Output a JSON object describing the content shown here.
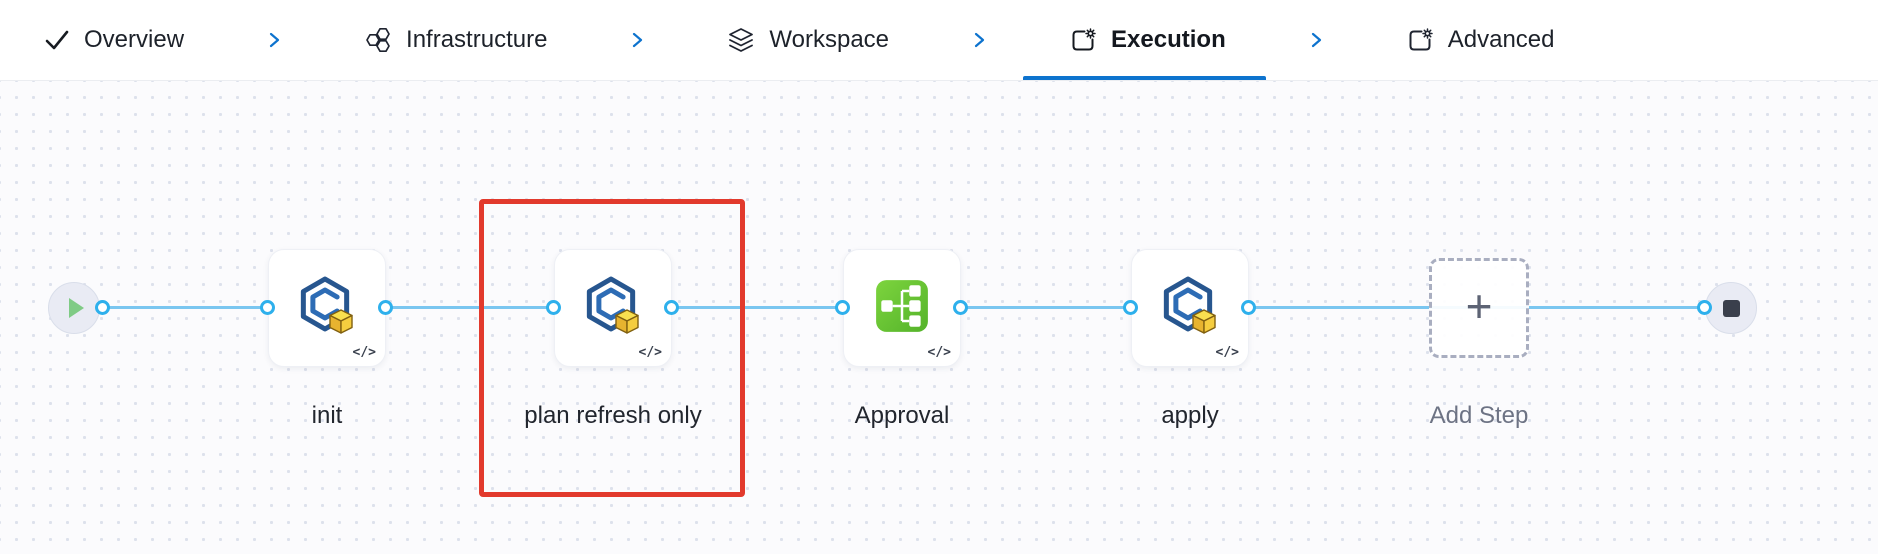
{
  "tab_bar": {
    "separator_icon": "chevron-right-icon",
    "tabs": [
      {
        "label": "Overview",
        "icon": "check-icon",
        "active": false
      },
      {
        "label": "Infrastructure",
        "icon": "hexagon-cluster-icon",
        "active": false
      },
      {
        "label": "Workspace",
        "icon": "layers-icon",
        "active": false
      },
      {
        "label": "Execution",
        "icon": "panel-gear-icon",
        "active": true
      },
      {
        "label": "Advanced",
        "icon": "panel-gear-icon",
        "active": false
      }
    ]
  },
  "pipeline": {
    "start_node": {
      "icon": "play-icon"
    },
    "end_node": {
      "icon": "stop-icon"
    },
    "steps": [
      {
        "label": "init",
        "type": "terraform",
        "badge": "</>",
        "highlighted": false
      },
      {
        "label": "plan refresh only",
        "type": "terraform",
        "badge": "</>",
        "highlighted": true
      },
      {
        "label": "Approval",
        "type": "approval",
        "badge": "</>",
        "highlighted": false
      },
      {
        "label": "apply",
        "type": "terraform",
        "badge": "</>",
        "highlighted": false
      }
    ],
    "add_step": {
      "label": "Add Step",
      "icon": "plus-icon",
      "plus_glyph": "+"
    }
  },
  "colors": {
    "accent_blue": "#0d73ce",
    "connector_blue": "#7ac6f0",
    "port_blue": "#2eb0ec",
    "highlight_red": "#e23a2d",
    "approval_green": "#65c438",
    "cube_yellow": "#f5cd3f",
    "logo_blue": "#27568f",
    "canvas_bg": "#fbfbfd"
  }
}
